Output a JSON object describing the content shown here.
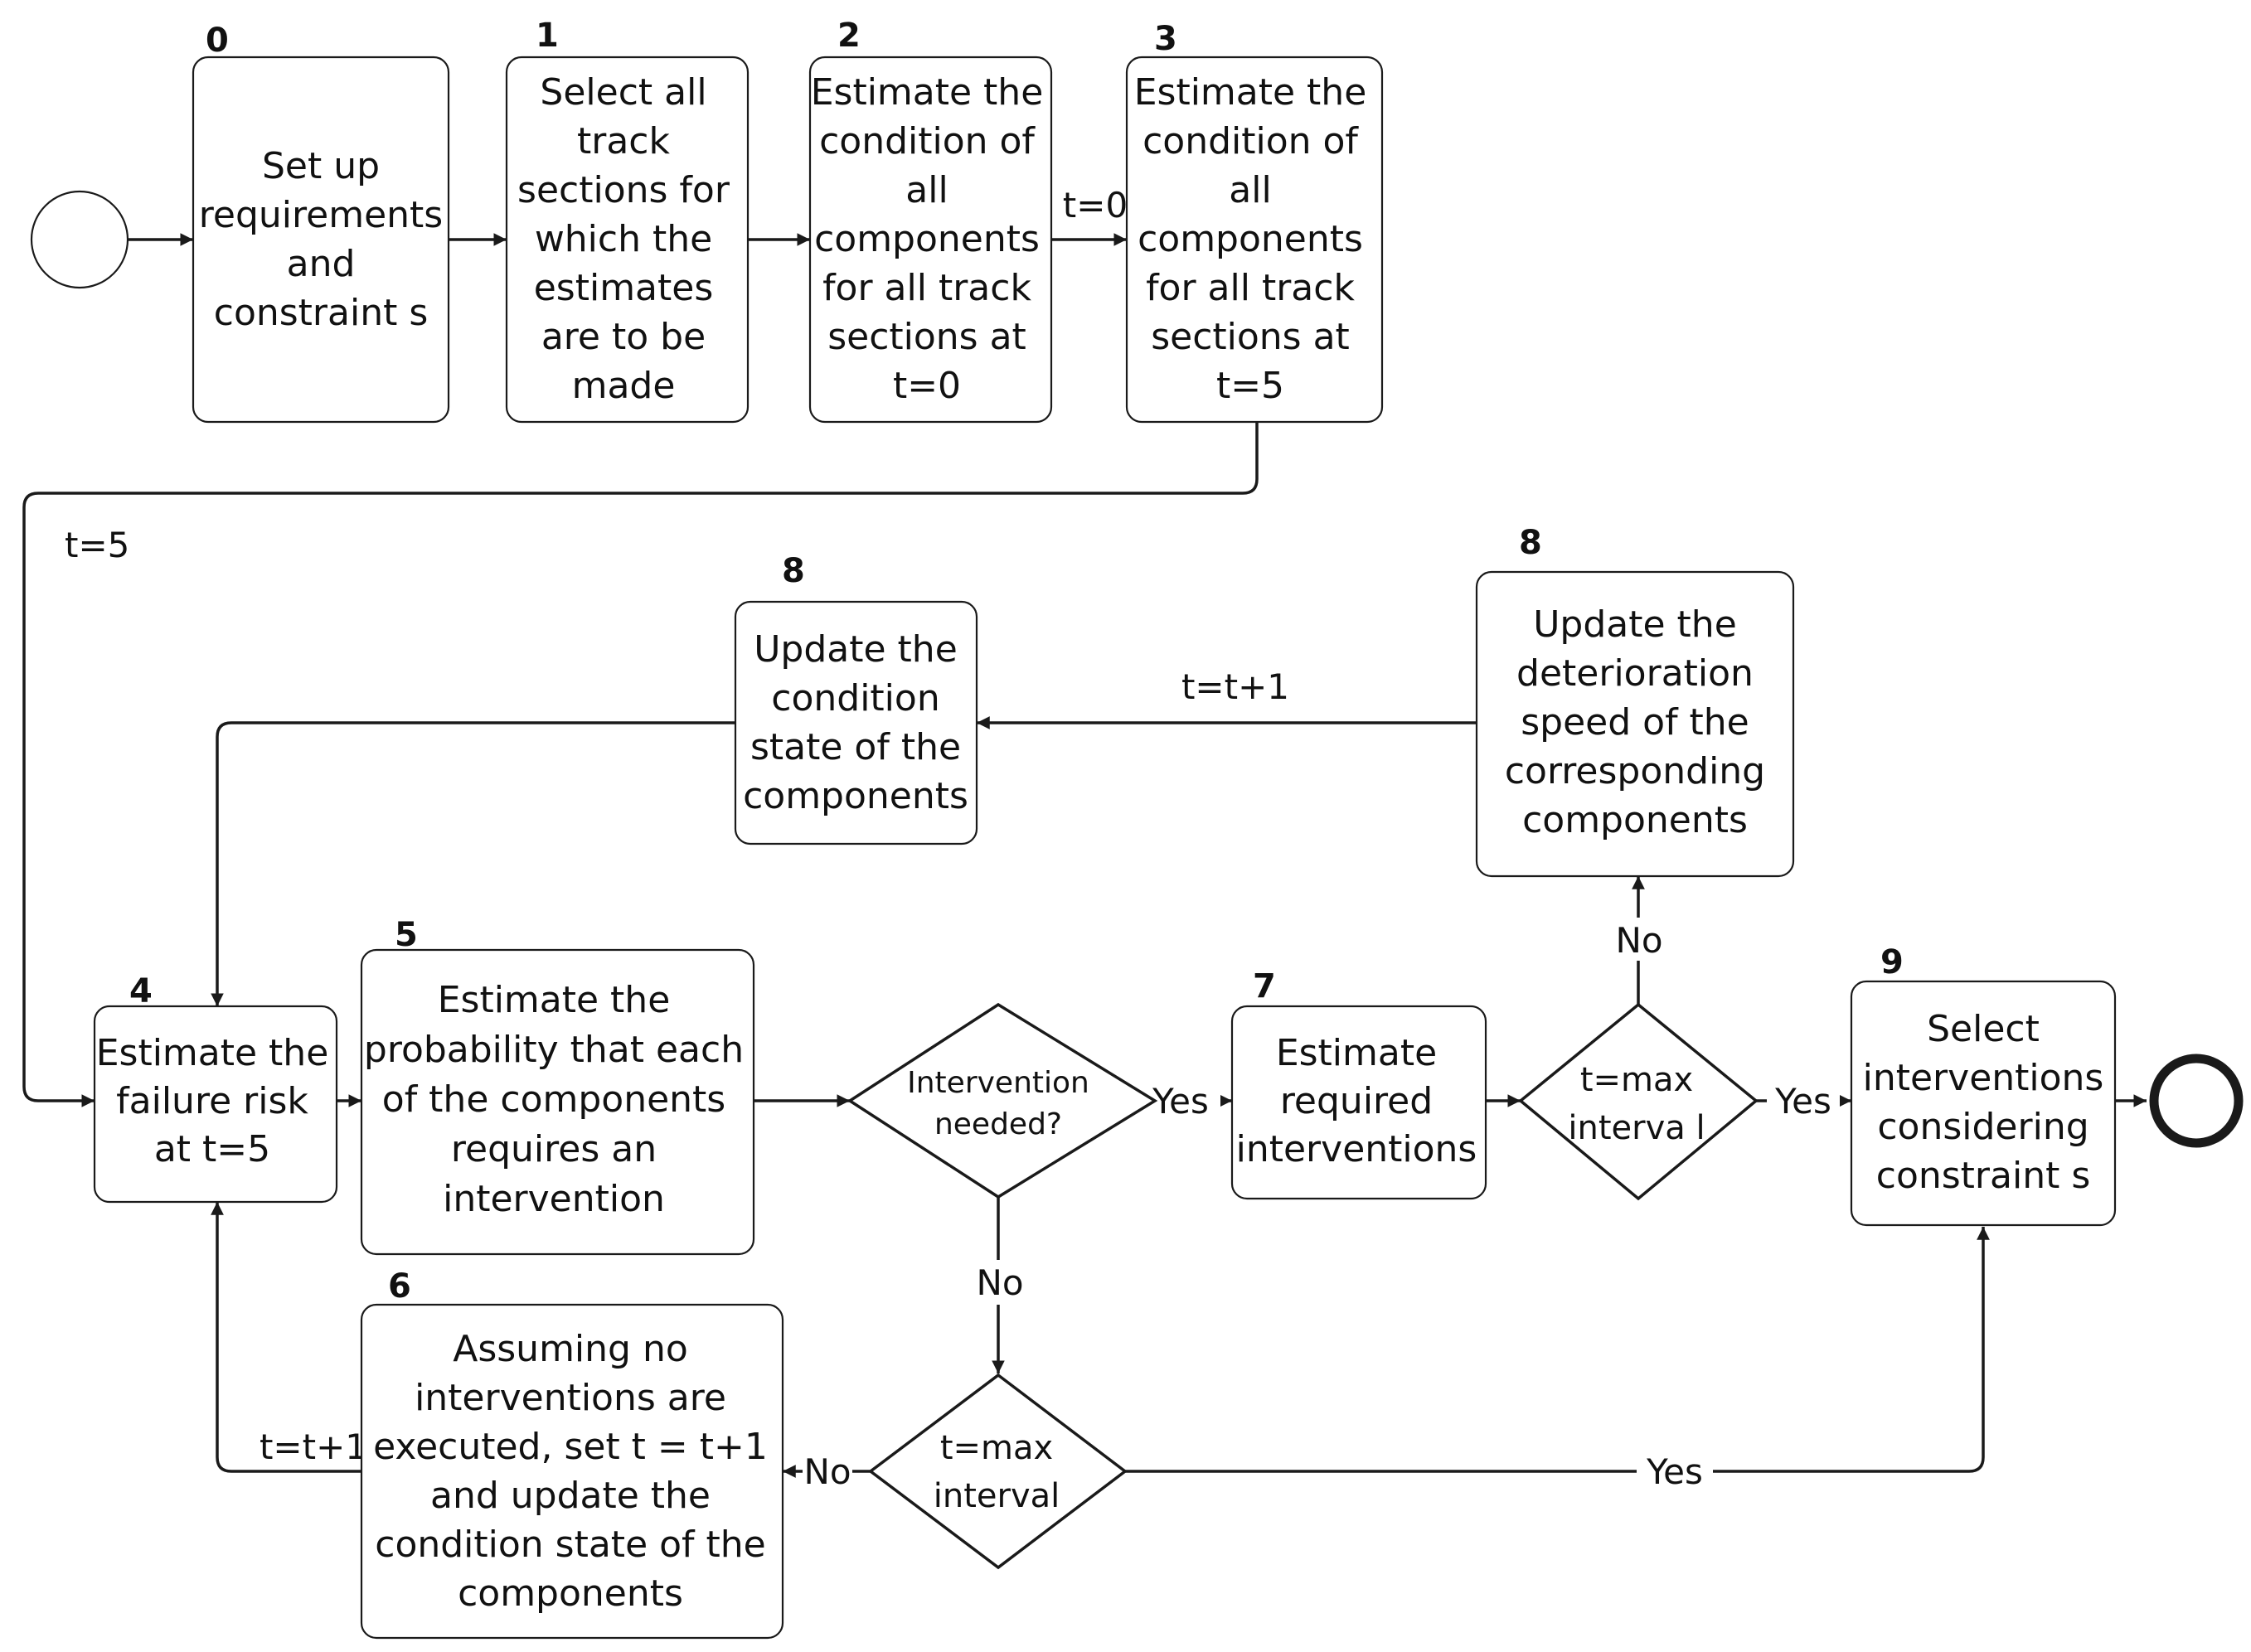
{
  "colors": {
    "stroke": "#1a1a1a",
    "text": "#111111",
    "background": "#ffffff"
  },
  "nodes": {
    "step0": {
      "number": "0",
      "lines": [
        "Set up",
        "requirements",
        "and",
        "constraint s"
      ]
    },
    "step1": {
      "number": "1",
      "lines": [
        "Select all",
        "track",
        "sections for",
        "which the",
        "estimates",
        "are to be",
        "made"
      ]
    },
    "step2": {
      "number": "2",
      "lines": [
        "Estimate the",
        "condition of",
        "all",
        "components",
        "for all track",
        "sections at",
        "t=0"
      ]
    },
    "step3": {
      "number": "3",
      "lines": [
        "Estimate the",
        "condition of",
        "all",
        "components",
        "for all track",
        "sections at",
        "t=5"
      ]
    },
    "step4": {
      "number": "4",
      "lines": [
        "Estimate the",
        "failure risk",
        "at t=5"
      ]
    },
    "step5": {
      "number": "5",
      "lines": [
        "Estimate the",
        "probability that each",
        "of the components",
        "requires an",
        "intervention"
      ]
    },
    "step6": {
      "number": "6",
      "lines": [
        "Assuming no",
        "interventions are",
        "executed, set t = t+1",
        "and update the",
        "condition state of the",
        "components"
      ]
    },
    "step7": {
      "number": "7",
      "lines": [
        "Estimate",
        "required",
        "interventions"
      ]
    },
    "step8a": {
      "number": "8",
      "lines": [
        "Update the",
        "condition",
        "state of the",
        "components"
      ]
    },
    "step8b": {
      "number": "8",
      "lines": [
        "Update the",
        "deterioration",
        "speed of the",
        "corresponding",
        "components"
      ]
    },
    "step9": {
      "number": "9",
      "lines": [
        "Select",
        "interventions",
        "considering",
        "constraint s"
      ]
    },
    "decision_intervention": {
      "lines": [
        "Intervention",
        "needed?"
      ]
    },
    "decision_max_right": {
      "lines": [
        "t=max",
        "interva l"
      ]
    },
    "decision_max_bottom": {
      "lines": [
        "t=max",
        "interval"
      ]
    }
  },
  "edge_labels": {
    "t0": "t=0",
    "t5": "t=5",
    "ttplus1_top": "t=t+1",
    "ttplus1_left": "t=t+1",
    "yes_intervention": "Yes",
    "no_intervention": "No",
    "yes_max_right": "Yes",
    "no_max_right": "No",
    "yes_max_bottom": "Yes",
    "no_max_bottom": "No"
  }
}
